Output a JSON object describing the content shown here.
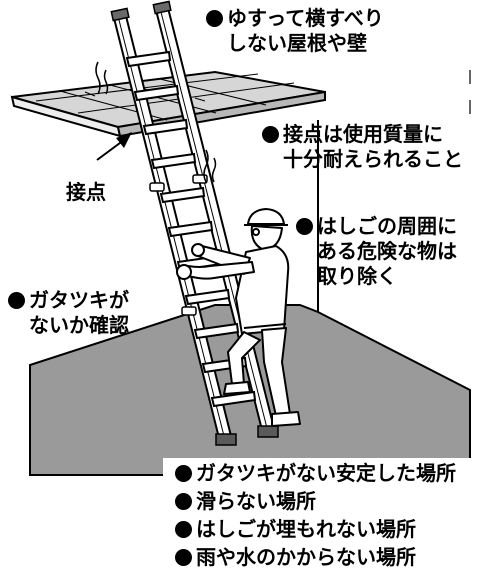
{
  "labels": {
    "roof_wall": [
      "ゆすって横すべり",
      "しない屋根や壁"
    ],
    "contact_strength": [
      "接点は使用質量に",
      "十分耐えられること"
    ],
    "contact_point": "接点",
    "remove_hazards": [
      "はしごの周囲に",
      "ある危険な物は",
      "取り除く"
    ],
    "wobble_check": [
      "ガタツキが",
      "ないか確認"
    ]
  },
  "ground_conditions": [
    "ガタツキがない安定した場所",
    "滑らない場所",
    "はしごが埋もれない場所",
    "雨や水のかからない場所"
  ],
  "colors": {
    "ink": "#000000",
    "floor": "#9a9a9a",
    "roof": "#cfcfcf",
    "paper": "#ffffff"
  }
}
